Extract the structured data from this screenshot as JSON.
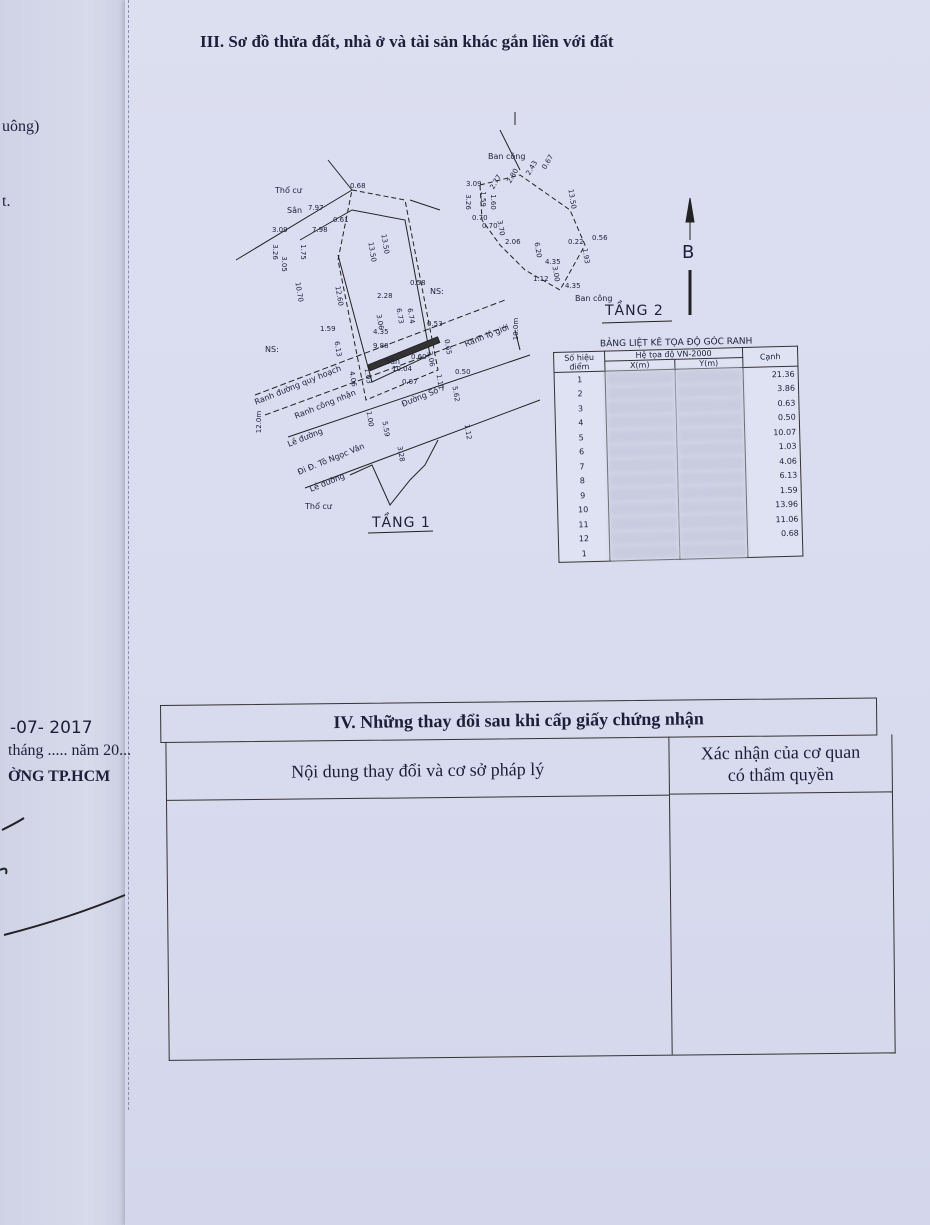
{
  "section3": {
    "title": "III. Sơ đồ thửa đất, nhà ở và tài sản khác gắn liền với đất"
  },
  "left_fragments": {
    "line1": "uông)",
    "line2": "t.",
    "date": "-07- 2017",
    "date_line": "tháng ..... năm 20...",
    "org": "ỜNG TP.HCM"
  },
  "floor1": {
    "title": "TẦNG 1",
    "labels": {
      "tho_cu_top": "Thổ cư",
      "san_top": "Sân",
      "ns_left": "NS:",
      "ns_right": "NS:",
      "ranh_quy_hoach": "Ranh đường quy hoạch",
      "ranh_cong_nhan": "Ranh công nhận",
      "le_duong_1": "Lề đường",
      "di_to_ngoc_van": "Đi Đ. Tô Ngọc Vân",
      "le_duong_2": "Lề đường",
      "tho_cu_bottom": "Thổ cư",
      "duong_so_7": "Đường Số 7",
      "ranh_lo_gioi": "Ranh lộ giới",
      "san_mid": "Sân",
      "width_12m": "12.0m",
      "width_10m": "10.0m"
    },
    "dims": [
      "3.09",
      "7.97",
      "0.68",
      "7.98",
      "0.61",
      "3.26",
      "1.75",
      "3.05",
      "13.50",
      "13.50",
      "10.70",
      "12.60",
      "0.58",
      "2.28",
      "6.74",
      "6.73",
      "3.06",
      "1.59",
      "6.13",
      "4.35",
      "0.53",
      "9.88",
      "0.65",
      "0.60",
      "10.04",
      "3.06",
      "4.06",
      "1.03",
      "0.50",
      "1.11",
      "0.07",
      "5.62",
      "1.00",
      "5.59",
      "3.28",
      "1.12"
    ]
  },
  "floor2": {
    "title": "TẦNG 2",
    "labels": {
      "ban_cong_top": "Ban công",
      "ban_cong_bottom": "Ban công"
    },
    "dims": [
      "0.67",
      "2.43",
      "2.77",
      "2.80",
      "3.09",
      "3.26",
      "1.59",
      "1.60",
      "0.70",
      "0.70",
      "3.70",
      "2.06",
      "6.20",
      "13.50",
      "4.35",
      "0.22",
      "0.56",
      "1.12",
      "3.00",
      "4.35",
      "1.93"
    ]
  },
  "north_arrow": {
    "label": "B"
  },
  "coord_table": {
    "title": "BẢNG LIỆT KÊ TỌA ĐỘ GÓC RANH",
    "headers": {
      "so_hieu": "Số hiệu",
      "diem": "điểm",
      "he_toa_do": "Hệ tọa độ VN-2000",
      "x": "X(m)",
      "y": "Y(m)",
      "canh": "Cạnh"
    },
    "rows": [
      {
        "pt": "1",
        "canh": "21.36"
      },
      {
        "pt": "2",
        "canh": "3.86"
      },
      {
        "pt": "3",
        "canh": "0.63"
      },
      {
        "pt": "4",
        "canh": "0.50"
      },
      {
        "pt": "5",
        "canh": "10.07"
      },
      {
        "pt": "6",
        "canh": "1.03"
      },
      {
        "pt": "7",
        "canh": "4.06"
      },
      {
        "pt": "8",
        "canh": "6.13"
      },
      {
        "pt": "9",
        "canh": "1.59"
      },
      {
        "pt": "10",
        "canh": "13.96"
      },
      {
        "pt": "11",
        "canh": "11.06"
      },
      {
        "pt": "12",
        "canh": "0.68"
      },
      {
        "pt": "1",
        "canh": ""
      }
    ]
  },
  "section4": {
    "title": "IV. Những thay đổi sau khi cấp giấy chứng nhận",
    "col_left": "Nội dung thay đổi và cơ sở pháp lý",
    "col_right_1": "Xác nhận của cơ quan",
    "col_right_2": "có thẩm quyền"
  }
}
